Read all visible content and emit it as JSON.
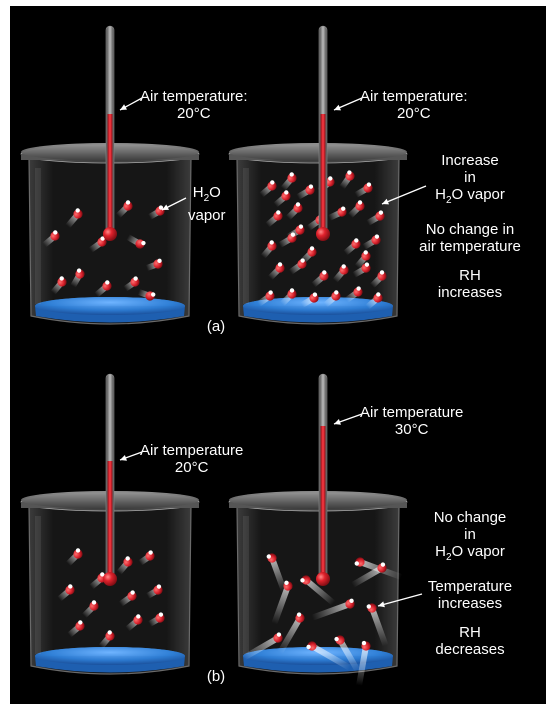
{
  "panels": [
    {
      "label": "(a)",
      "left": {
        "temp_label": [
          "Air temperature:",
          "20°C"
        ],
        "vapor_label": {
          "h": "H",
          "sub": "2",
          "o": "O",
          "line2": "vapor"
        }
      },
      "right": {
        "temp_label": [
          "Air temperature:",
          "20°C"
        ],
        "notes": {
          "increase_l1": "Increase",
          "increase_l2": "in",
          "vapor_h": "H",
          "vapor_sub": "2",
          "vapor_rest": "O vapor",
          "nochange_l1": "No change in",
          "nochange_l2": "air temperature",
          "rh_l1": "RH",
          "rh_l2": "increases"
        }
      }
    },
    {
      "label": "(b)",
      "left": {
        "temp_label": [
          "Air temperature",
          "20°C"
        ]
      },
      "right": {
        "temp_label": [
          "Air temperature",
          "30°C"
        ],
        "notes": {
          "nochange_l1": "No change",
          "nochange_l2": "in",
          "vapor_h": "H",
          "vapor_sub": "2",
          "vapor_rest": "O vapor",
          "temp_l1": "Temperature",
          "temp_l2": "increases",
          "rh_l1": "RH",
          "rh_l2": "decreases"
        }
      }
    }
  ],
  "colors": {
    "background": "#000000",
    "water": "#2f7fd6",
    "mercury": "#d41f2a",
    "molecule_red": "#d8202b",
    "text": "#ffffff"
  }
}
